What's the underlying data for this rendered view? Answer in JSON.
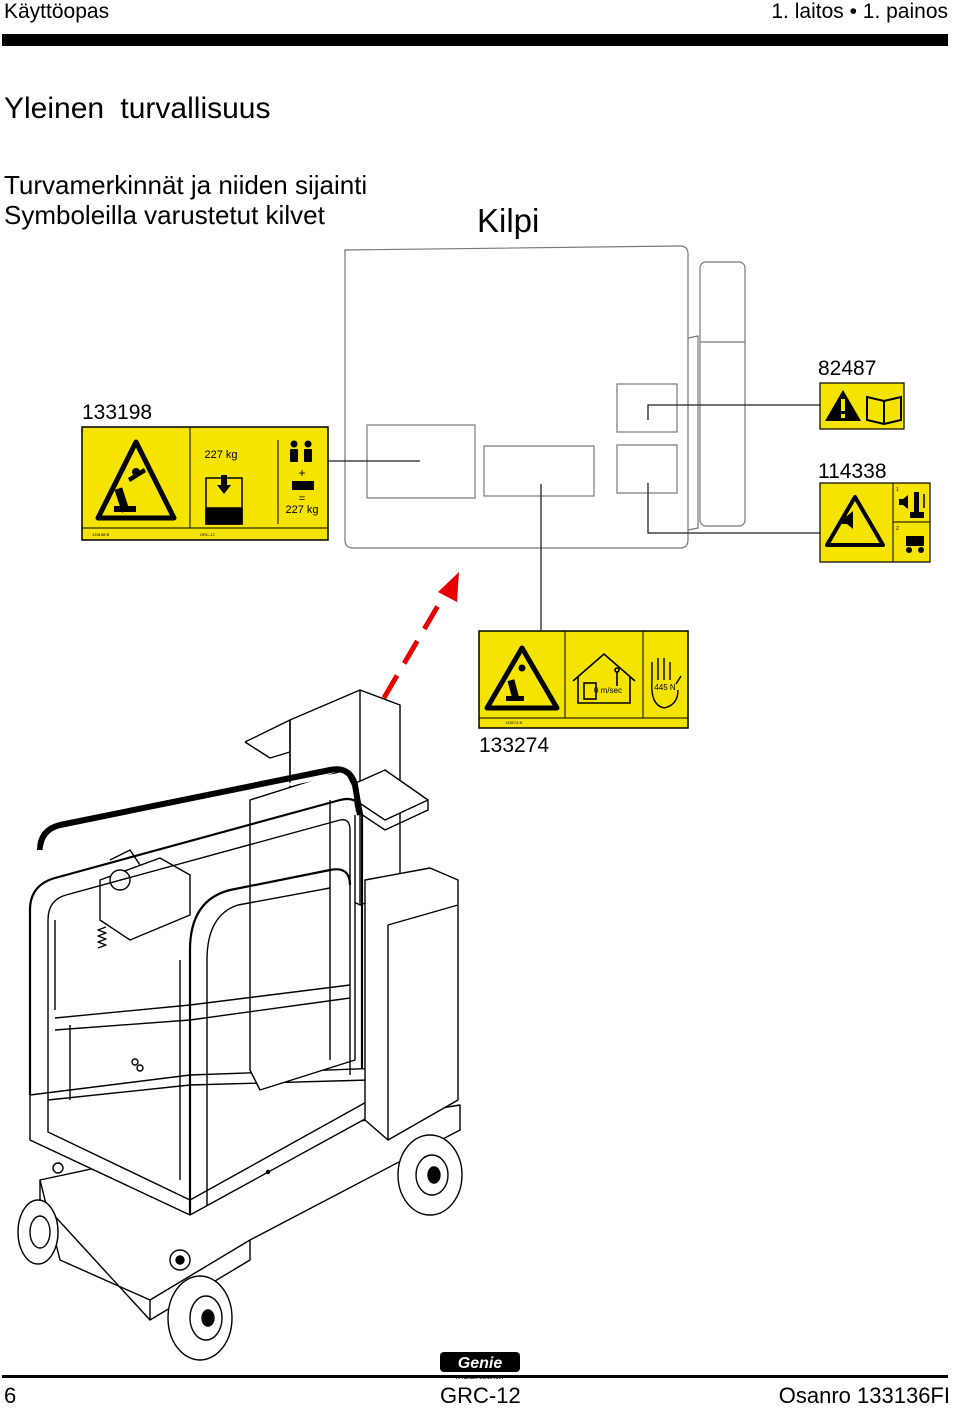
{
  "header": {
    "manual_title": "Käyttöopas",
    "edition": "1. laitos • 1. painos"
  },
  "section_title": "Yleinen turvallisuus",
  "subtitles": [
    "Turvamerkinnät ja niiden sijainti",
    "Symboleilla varustetut kilvet"
  ],
  "diagram": {
    "plate_label": "Kilpi",
    "decals": {
      "d133198": {
        "number": "133198",
        "capacity": "227 kg",
        "plus": "+",
        "equals": "=",
        "total": "227 kg",
        "code": "133198 B",
        "model": "GRC-12"
      },
      "d82487": {
        "number": "82487"
      },
      "d114338": {
        "number": "114338",
        "step1": "1",
        "step2": "2"
      },
      "d133274": {
        "number": "133274",
        "wind": "0 m/sec",
        "force": "445 N",
        "code": "133274 B"
      }
    },
    "colors": {
      "decal_yellow": "#f5e400",
      "pointer_red": "#e60000"
    }
  },
  "footer": {
    "page_number": "6",
    "model": "GRC-12",
    "part_number": "Osanro 133136FI",
    "brand": "Genie",
    "brand_tagline": "A TEREX COMPANY"
  }
}
